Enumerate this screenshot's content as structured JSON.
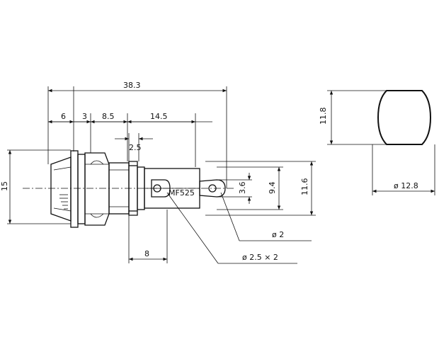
{
  "dimensions": {
    "overall_length": "38.3",
    "seg_6": "6",
    "seg_3": "3",
    "seg_8_5": "8.5",
    "seg_14_5": "14.5",
    "gap_2_5": "2.5",
    "height_left": "15",
    "hole_3_6": "3.6",
    "height_9_4": "9.4",
    "height_11_6": "11.6",
    "base_8": "8",
    "hole_dia_2": "ø 2",
    "hole_dia_2_5x2": "ø 2.5 × 2",
    "end_height_11_8": "11.8",
    "end_dia_12_8": "ø 12.8"
  },
  "part_marking": "MF525"
}
